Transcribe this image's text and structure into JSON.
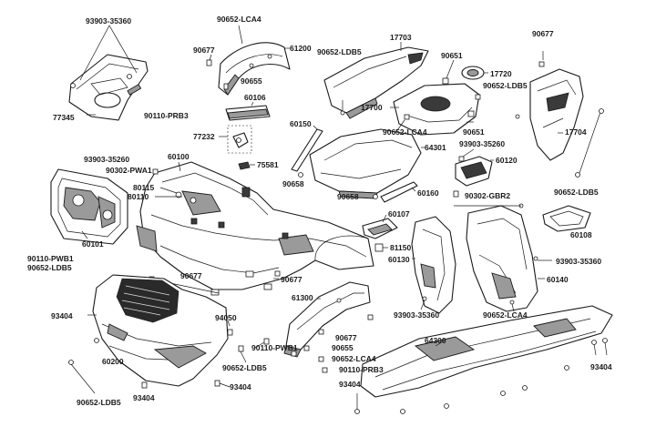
{
  "labels": {
    "p93903_35360_a": "93903-35360",
    "p77345": "77345",
    "p90677_a": "90677",
    "p90652_lca4_a": "90652-LCA4",
    "p61200": "61200",
    "p90655_a": "90655",
    "p90110_prb3_a": "90110-PRB3",
    "p60106": "60106",
    "p77232": "77232",
    "p75581": "75581",
    "p17703": "17703",
    "p90652_ldb5_a": "90652-LDB5",
    "p90651_a": "90651",
    "p17720": "17720",
    "p90677_b": "90677",
    "p90652_ldb5_b": "90652-LDB5",
    "p17700": "17700",
    "p90651_b": "90651",
    "p17704": "17704",
    "p60150": "60150",
    "p90652_lca4_b": "90652-LCA4",
    "p64301": "64301",
    "p93903_35260_a": "93903-35260",
    "p60120": "60120",
    "p90652_ldb5_c": "90652-LDB5",
    "p93903_35260_b": "93903-35260",
    "p90302_pwa1": "90302-PWA1",
    "p60100": "60100",
    "p80115": "80115",
    "p80110": "80110",
    "p90658_a": "90658",
    "p90658_b": "90658",
    "p60160": "60160",
    "p90302_gbr2": "90302-GBR2",
    "p60101": "60101",
    "p60107": "60107",
    "p81150": "81150",
    "p60130": "60130",
    "p60108": "60108",
    "p90110_pwb1_a": "90110-PWB1",
    "p90652_ldb5_d": "90652-LDB5",
    "p90677_c": "90677",
    "p90677_d": "90677",
    "p93903_35360_b": "93903-35360",
    "p60140": "60140",
    "p61300": "61300",
    "p93903_35360_c": "93903-35360",
    "p93404_a": "93404",
    "p94050": "94050",
    "p90652_lca4_c": "90652-LCA4",
    "p90110_pwb1_b": "90110-PWB1",
    "p90677_e": "90677",
    "p64300": "64300",
    "p90655_b": "90655",
    "p60200": "60200",
    "p90652_lca4_d": "90652-LCA4",
    "p90110_prb3_b": "90110-PRB3",
    "p90652_ldb5_e": "90652-LDB5",
    "p93404_b": "93404",
    "p93404_c": "93404",
    "p93404_d": "93404",
    "p93404_e": "93404",
    "p90652_ldb5_f": "90652-LDB5"
  }
}
